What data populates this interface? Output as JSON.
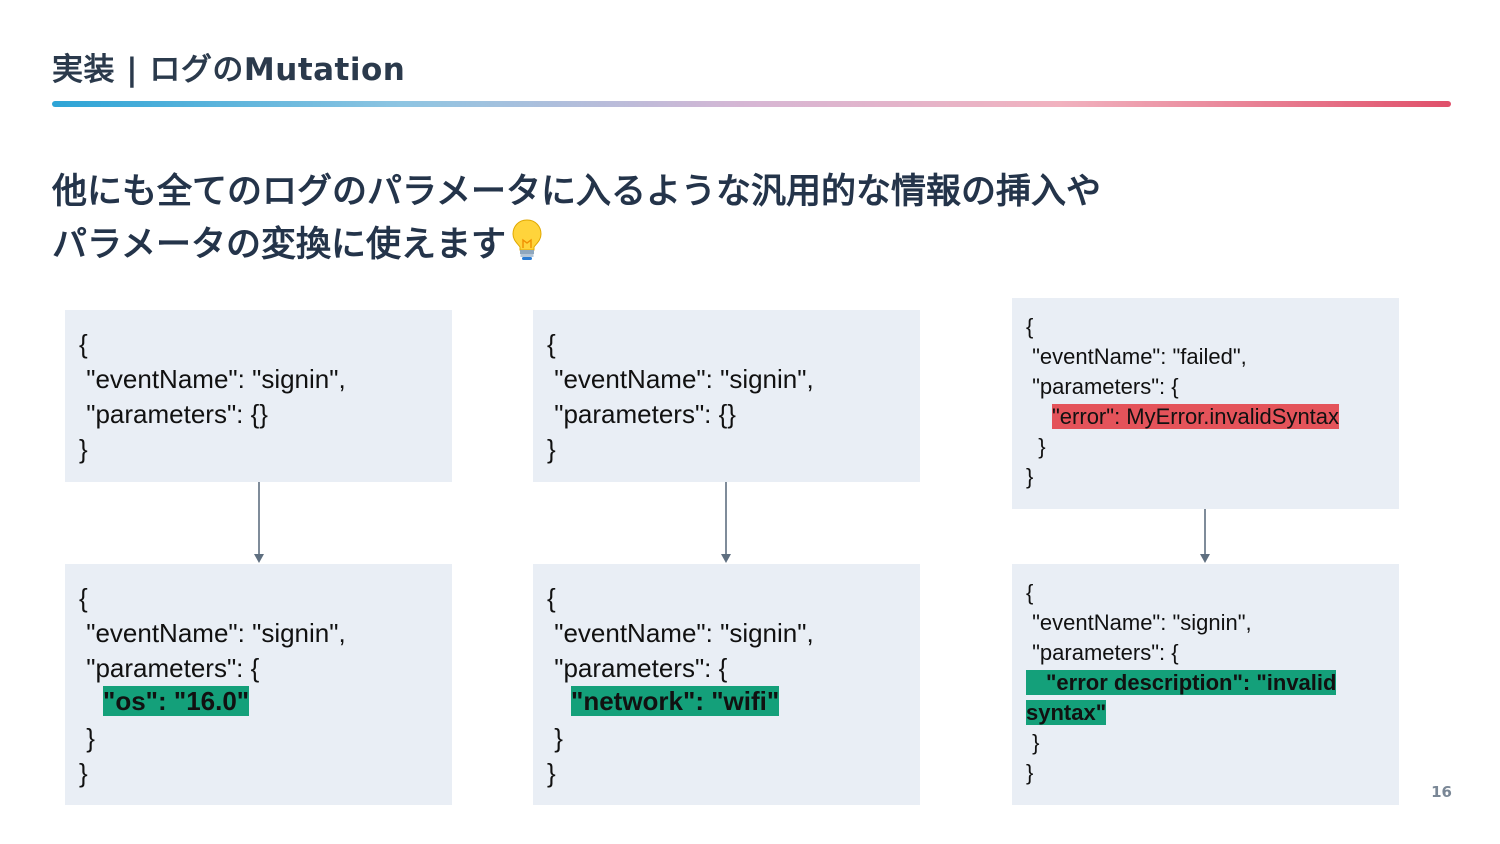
{
  "slide": {
    "title": "実装 | ログのMutation",
    "subtitle_line1": "他にも全てのログのパラメータに入るような汎用的な情報の挿入や",
    "subtitle_line2": "パラメータの変換に使えます",
    "subtitle_icon": "lightbulb-icon",
    "page_number": "16"
  },
  "colors": {
    "accent_green": "#14a07a",
    "accent_red": "#e4535a",
    "box_background": "#e9eef5"
  },
  "examples": [
    {
      "before": [
        "{",
        " \"eventName\": \"signin\",",
        " \"parameters\": {}",
        "}"
      ],
      "after_pre": [
        "{",
        " \"eventName\": \"signin\",",
        " \"parameters\": {"
      ],
      "after_highlight": "\"os\": \"16.0\"",
      "after_post": [
        " }",
        "}"
      ]
    },
    {
      "before": [
        "{",
        " \"eventName\": \"signin\",",
        " \"parameters\": {}",
        "}"
      ],
      "after_pre": [
        "{",
        " \"eventName\": \"signin\",",
        " \"parameters\": {"
      ],
      "after_highlight": "\"network\": \"wifi\"",
      "after_post": [
        " }",
        "}"
      ]
    },
    {
      "before_pre": [
        "{",
        " \"eventName\": \"failed\",",
        " \"parameters\": {"
      ],
      "before_highlight": "\"error\": MyError.invalidSyntax",
      "before_post": [
        "  }",
        "}"
      ],
      "after_pre": [
        "{",
        " \"eventName\": \"signin\",",
        " \"parameters\": {"
      ],
      "after_highlight_1": "\"error description\": \"invalid",
      "after_highlight_2": "syntax\"",
      "after_post": [
        " }",
        "}"
      ]
    }
  ]
}
